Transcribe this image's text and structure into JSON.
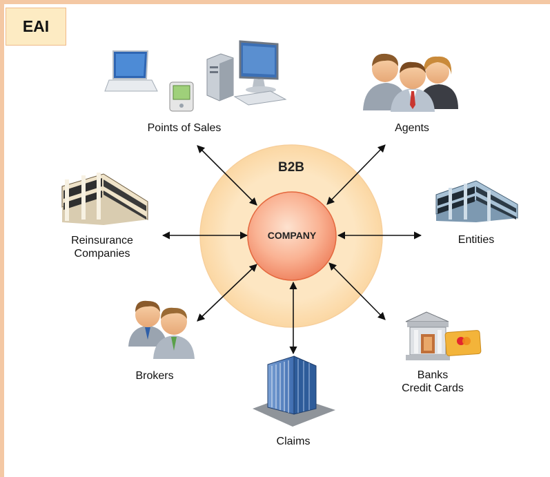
{
  "title": "EAI",
  "ring_label": "B2B",
  "center_label": "COMPANY",
  "nodes": {
    "points_of_sales": "Points of Sales",
    "agents": "Agents",
    "reinsurance_line1": "Reinsurance",
    "reinsurance_line2": "Companies",
    "entities": "Entities",
    "brokers": "Brokers",
    "claims": "Claims",
    "banks_line1": "Banks",
    "banks_line2": "Credit Cards"
  },
  "icons": {
    "points_of_sales": "computer-devices-icon",
    "agents": "people-group-icon",
    "reinsurance": "office-building-icon",
    "entities": "office-building-icon",
    "brokers": "people-pair-icon",
    "claims": "skyscraper-icon",
    "banks": "bank-card-icon"
  },
  "colors": {
    "frame": "#f4c8a4",
    "ring": "#fde0b5",
    "core": "#f79876"
  }
}
